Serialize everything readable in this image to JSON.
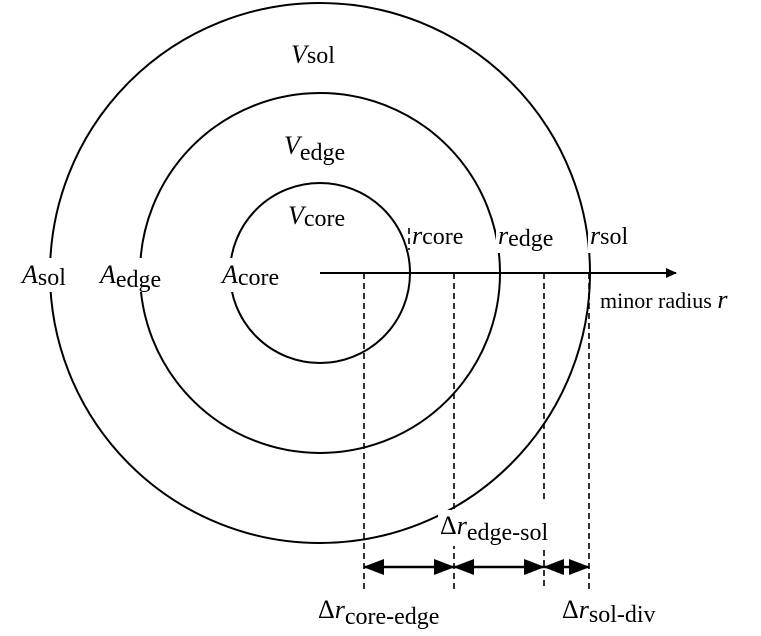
{
  "circles": {
    "core": {
      "V": "V",
      "V_sub": "core",
      "A": "A",
      "A_sub": "core",
      "r": "r",
      "r_sub": "core"
    },
    "edge": {
      "V": "V",
      "V_sub": "edge",
      "A": "A",
      "A_sub": "edge",
      "r": "r",
      "r_sub": "edge"
    },
    "sol": {
      "V": "V",
      "V_sub": "sol",
      "A": "A",
      "A_sub": "sol",
      "r": "r",
      "r_sub": "sol"
    }
  },
  "axis": {
    "label": "minor radius ",
    "var": "r"
  },
  "deltas": {
    "symbol": "Δ",
    "core_edge": {
      "r": "r",
      "sub": "core-edge"
    },
    "edge_sol": {
      "r": "r",
      "sub": "edge-sol"
    },
    "sol_div": {
      "r": "r",
      "sub": "sol-div"
    }
  },
  "colors": {
    "stroke": "#000000",
    "background": "#ffffff"
  }
}
